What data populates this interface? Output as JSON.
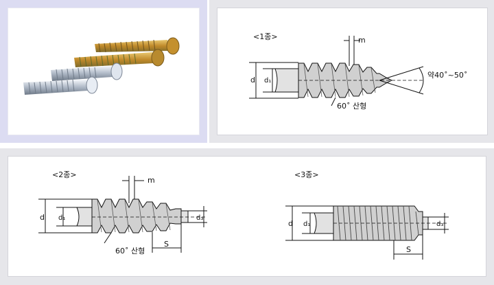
{
  "photo": {
    "subject": "tapping-screws-photo"
  },
  "type1": {
    "title": "<1종>",
    "label_m": "m",
    "label_d": "d",
    "label_d1": "d₁",
    "angle_label": "약40˚~50˚",
    "thread_label": "60˚ 산형"
  },
  "type2": {
    "title": "<2종>",
    "label_m": "m",
    "label_d": "d",
    "label_d1": "d₁",
    "label_d3": "d₃",
    "label_s": "S",
    "thread_label": "60˚ 산형"
  },
  "type3": {
    "title": "<3종>",
    "label_d": "d",
    "label_d1": "d₁",
    "label_d3": "d₃",
    "label_s": "S"
  },
  "colors": {
    "panel_bg": "#e6e6ea",
    "photo_bg": "#dcdcf2",
    "line": "#111111",
    "screw_fill": "#d8d8d8",
    "gold": "#c89a3c",
    "silver": "#c7ced8"
  }
}
